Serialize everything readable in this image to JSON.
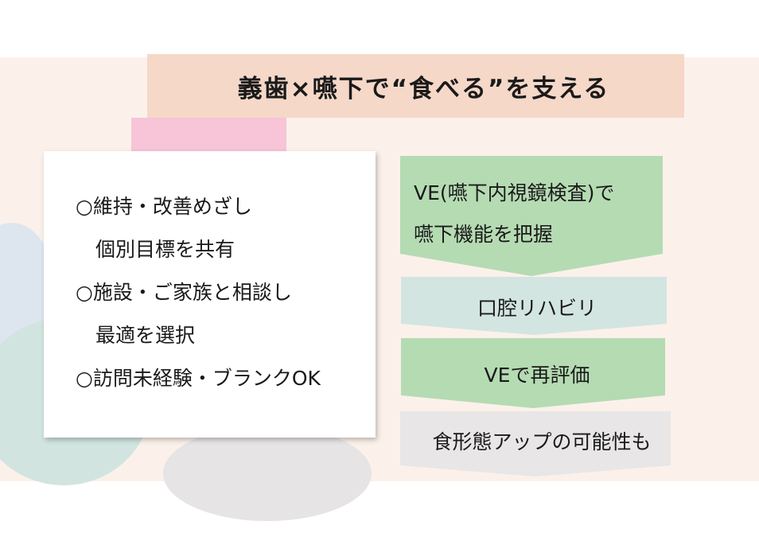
{
  "title": "義歯×嚥下で“食べる”を支える",
  "card": {
    "lines": [
      "○維持・改善めざし",
      "　個別目標を共有",
      "○施設・ご家族と相談し",
      "　最適を選択",
      "○訪問未経験・ブランクOK"
    ]
  },
  "flow": {
    "steps": [
      {
        "line1": "VE(嚥下内視鏡検査)で",
        "line2": "嚥下機能を把握",
        "color": "#b5dbb3"
      },
      {
        "label": "口腔リハビリ",
        "color": "#d3e5e1"
      },
      {
        "label": "VEで再評価",
        "color": "#b5dbb3"
      },
      {
        "label": "食形態アップの可能性も",
        "color": "#e8e6e6"
      }
    ]
  }
}
